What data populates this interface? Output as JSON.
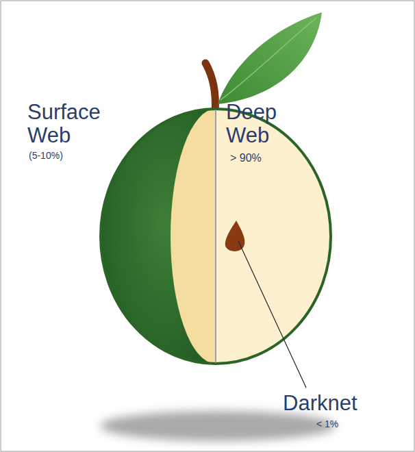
{
  "diagram": {
    "labels": [
      "Surface Web",
      "(5-10%)",
      "Deep Web",
      "> 90%",
      "Darknet",
      "< 1%"
    ]
  }
}
